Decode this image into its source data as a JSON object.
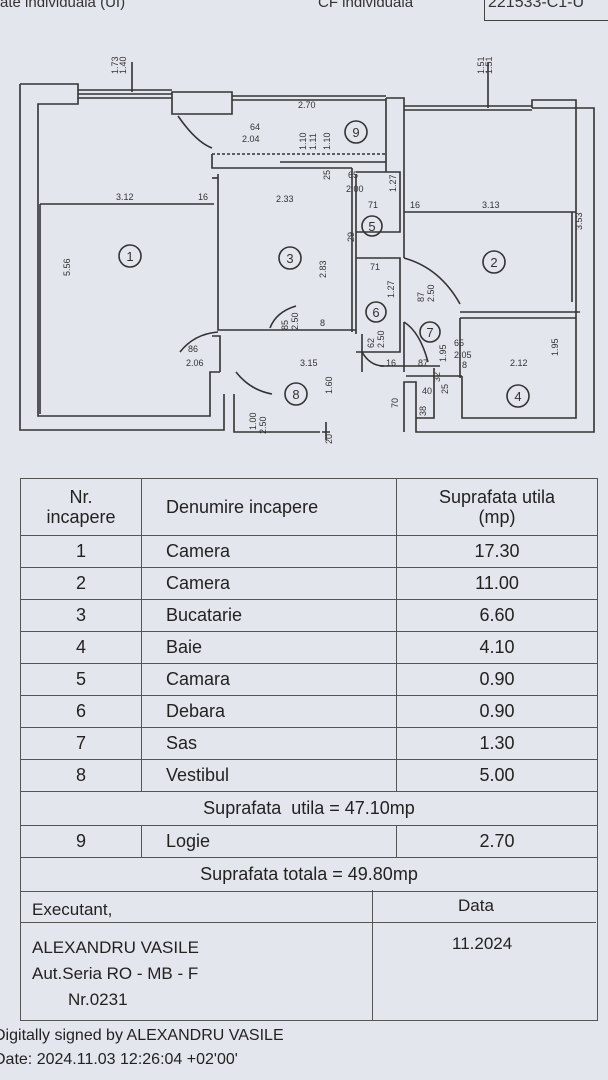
{
  "header": {
    "left_fragment": "ate individuala (UI)",
    "middle": "CF individuala",
    "code": "221533-C1-U"
  },
  "plan": {
    "dims": [
      "1.73",
      "1.40",
      "1.51",
      "1.51",
      "2.70",
      "64",
      "2.04",
      "1.10",
      "1.11",
      "1.10",
      "3.12",
      "16",
      "2.33",
      "25",
      "65",
      "2.00",
      "1.27",
      "71",
      "16",
      "3.13",
      "5.56",
      "2.83",
      "3.53",
      "29",
      "71",
      "1.27",
      "85",
      "2.50",
      "8",
      "87",
      "2.50",
      "62",
      "2.50",
      "86",
      "2.06",
      "3.15",
      "16",
      "87",
      "1.95",
      "65",
      "2.05",
      "8",
      "2.12",
      "1.95",
      "1.60",
      "70",
      "40",
      "32",
      "25",
      "38",
      "1.00",
      "2.50",
      "20"
    ],
    "room_numbers": [
      "1",
      "2",
      "3",
      "4",
      "5",
      "6",
      "7",
      "8",
      "9"
    ]
  },
  "table": {
    "headers": {
      "nr": "Nr.\nincapere",
      "name": "Denumire incapere",
      "area": "Suprafata utila\n(mp)"
    },
    "rows": [
      {
        "nr": "1",
        "name": "Camera",
        "area": "17.30"
      },
      {
        "nr": "2",
        "name": "Camera",
        "area": "11.00"
      },
      {
        "nr": "3",
        "name": "Bucatarie",
        "area": "6.60"
      },
      {
        "nr": "4",
        "name": "Baie",
        "area": "4.10"
      },
      {
        "nr": "5",
        "name": "Camara",
        "area": "0.90"
      },
      {
        "nr": "6",
        "name": "Debara",
        "area": "0.90"
      },
      {
        "nr": "7",
        "name": "Sas",
        "area": "1.30"
      },
      {
        "nr": "8",
        "name": "Vestibul",
        "area": "5.00"
      }
    ],
    "useful_total": "Suprafata  utila = 47.10mp",
    "extra_row": {
      "nr": "9",
      "name": "Logie",
      "area": "2.70"
    },
    "grand_total": "Suprafata totala = 49.80mp"
  },
  "signature": {
    "executant_label": "Executant,",
    "date_label": "Data",
    "name": "ALEXANDRU VASILE",
    "authorization": "Aut.Seria RO - MB - F",
    "number": "Nr.0231",
    "date": "11.2024"
  },
  "footer": {
    "signed_line": "Digitally signed by ALEXANDRU VASILE",
    "date_line": "Date: 2024.11.03 12:26:04 +02'00'"
  }
}
